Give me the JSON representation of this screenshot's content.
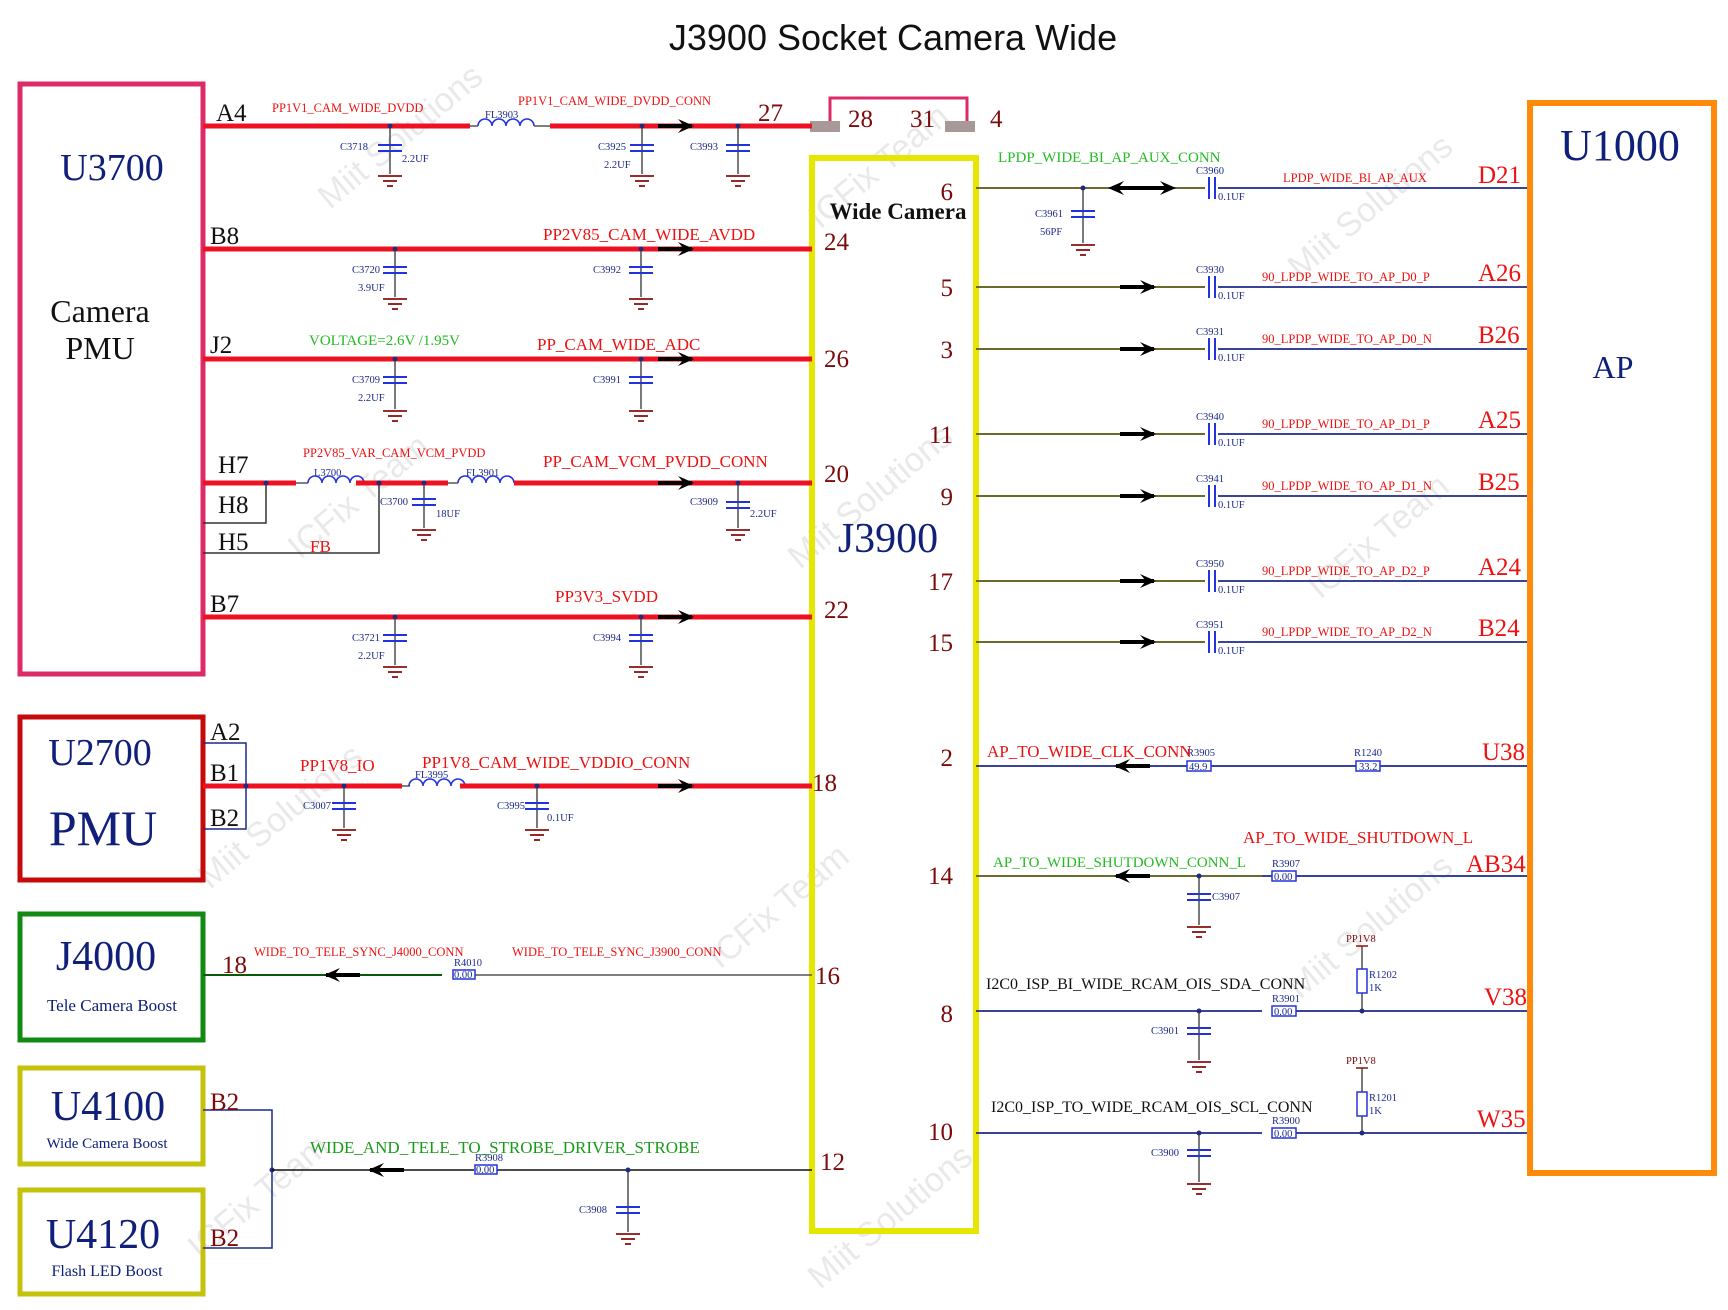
{
  "title": "J3900 Socket Camera Wide",
  "watermarks": [
    "Miit Solutions",
    "ICFix Team"
  ],
  "colors": {
    "u3700_border": "#dd2b6a",
    "u2700_border": "#c40a0a",
    "j4000_border": "#118a11",
    "boost_border": "#c4c20a",
    "j3900_border": "#e6e600",
    "u1000_border": "#ff8a0a",
    "power_rail": "#ee1122",
    "signal_line": "#1c2a8a"
  },
  "chips": {
    "u3700": {
      "id": "U3700",
      "line1": "Camera",
      "line2": "PMU"
    },
    "u2700": {
      "id": "U2700",
      "line1": "PMU"
    },
    "j4000": {
      "id": "J4000",
      "line1": "Tele Camera Boost"
    },
    "u4100": {
      "id": "U4100",
      "line1": "Wide Camera Boost"
    },
    "u4120": {
      "id": "U4120",
      "line1": "Flash LED Boost"
    },
    "j3900": {
      "id": "J3900",
      "line1": "Wide Camera"
    },
    "u1000": {
      "id": "U1000",
      "line1": "AP"
    }
  },
  "u3700_pins": [
    "A4",
    "B8",
    "J2",
    "H7",
    "H8",
    "H5",
    "B7"
  ],
  "u2700_pins": [
    "A2",
    "B1",
    "B2"
  ],
  "j4000_pin": "18",
  "u4100_pin": "B2",
  "u4120_pin": "B2",
  "j3900_left_pins": [
    "27",
    "24",
    "26",
    "20",
    "22",
    "18",
    "16",
    "12"
  ],
  "j3900_top_pins": [
    "28",
    "31",
    "4"
  ],
  "j3900_right_pins": [
    "6",
    "5",
    "3",
    "11",
    "9",
    "17",
    "15",
    "2",
    "14",
    "8",
    "10"
  ],
  "u1000_pins": [
    "D21",
    "A26",
    "B26",
    "A25",
    "B25",
    "A24",
    "B24",
    "U38",
    "AB34",
    "V38",
    "W35"
  ],
  "left_nets": {
    "a4_net": "PP1V1_CAM_WIDE_DVDD",
    "a4_conn": "PP1V1_CAM_WIDE_DVDD_CONN",
    "b8_net": "PP2V85_CAM_WIDE_AVDD",
    "j2_note": "VOLTAGE=2.6V /1.95V",
    "j2_net": "PP_CAM_WIDE_ADC",
    "h7_net": "PP2V85_VAR_CAM_VCM_PVDD",
    "h7_conn": "PP_CAM_VCM_PVDD_CONN",
    "fb": "FB",
    "b7_net": "PP3V3_SVDD",
    "b1_net": "PP1V8_IO",
    "b1_conn": "PP1V8_CAM_WIDE_VDDIO_CONN",
    "sync_j4000": "WIDE_TO_TELE_SYNC_J4000_CONN",
    "sync_j3900": "WIDE_TO_TELE_SYNC_J3900_CONN",
    "strobe": "WIDE_AND_TELE_TO_STROBE_DRIVER_STROBE"
  },
  "right_nets": {
    "aux_conn": "LPDP_WIDE_BI_AP_AUX_CONN",
    "aux": "LPDP_WIDE_BI_AP_AUX",
    "d0p": "90_LPDP_WIDE_TO_AP_D0_P",
    "d0n": "90_LPDP_WIDE_TO_AP_D0_N",
    "d1p": "90_LPDP_WIDE_TO_AP_D1_P",
    "d1n": "90_LPDP_WIDE_TO_AP_D1_N",
    "d2p": "90_LPDP_WIDE_TO_AP_D2_P",
    "d2n": "90_LPDP_WIDE_TO_AP_D2_N",
    "clk": "AP_TO_WIDE_CLK_CONN",
    "shutdown": "AP_TO_WIDE_SHUTDOWN_L",
    "shutdown_conn": "AP_TO_WIDE_SHUTDOWN_CONN_L",
    "sda": "I2C0_ISP_BI_WIDE_RCAM_OIS_SDA_CONN",
    "scl": "I2C0_ISP_TO_WIDE_RCAM_OIS_SCL_CONN",
    "pullup": "PP1V8"
  },
  "components": {
    "c3718": {
      "ref": "C3718",
      "val": "2.2UF"
    },
    "fl3903": {
      "ref": "FL3903"
    },
    "c3925": {
      "ref": "C3925",
      "val": "2.2UF"
    },
    "c3993": {
      "ref": "C3993"
    },
    "c3720": {
      "ref": "C3720",
      "val": "3.9UF"
    },
    "c3992": {
      "ref": "C3992"
    },
    "c3709": {
      "ref": "C3709",
      "val": "2.2UF"
    },
    "c3991": {
      "ref": "C3991"
    },
    "l3700": {
      "ref": "L3700"
    },
    "c3700": {
      "ref": "C3700",
      "val": "18UF"
    },
    "fl3901": {
      "ref": "FL3901"
    },
    "c3909": {
      "ref": "C3909",
      "val": "2.2UF"
    },
    "c3721": {
      "ref": "C3721",
      "val": "2.2UF"
    },
    "c3994": {
      "ref": "C3994"
    },
    "c3007": {
      "ref": "C3007"
    },
    "fl3995": {
      "ref": "FL3995"
    },
    "c3995": {
      "ref": "C3995",
      "val": "0.1UF"
    },
    "r4010": {
      "ref": "R4010",
      "val": "0.00"
    },
    "r3908": {
      "ref": "R3908",
      "val": "0.00"
    },
    "c3908": {
      "ref": "C3908"
    },
    "c3961": {
      "ref": "C3961",
      "val": "56PF"
    },
    "c3960": {
      "ref": "C3960",
      "val": "0.1UF"
    },
    "c3930": {
      "ref": "C3930",
      "val": "0.1UF"
    },
    "c3931": {
      "ref": "C3931",
      "val": "0.1UF"
    },
    "c3940": {
      "ref": "C3940",
      "val": "0.1UF"
    },
    "c3941": {
      "ref": "C3941",
      "val": "0.1UF"
    },
    "c3950": {
      "ref": "C3950",
      "val": "0.1UF"
    },
    "c3951": {
      "ref": "C3951",
      "val": "0.1UF"
    },
    "r3905": {
      "ref": "R3905",
      "val": "49.9"
    },
    "r1240": {
      "ref": "R1240",
      "val": "33.2"
    },
    "r3907": {
      "ref": "R3907",
      "val": "0.00"
    },
    "c3907": {
      "ref": "C3907"
    },
    "r1202": {
      "ref": "R1202",
      "val": "1K"
    },
    "r3901": {
      "ref": "R3901",
      "val": "0.00"
    },
    "c3901": {
      "ref": "C3901"
    },
    "r1201": {
      "ref": "R1201",
      "val": "1K"
    },
    "r3900": {
      "ref": "R3900",
      "val": "0.00"
    },
    "c3900": {
      "ref": "C3900"
    }
  }
}
